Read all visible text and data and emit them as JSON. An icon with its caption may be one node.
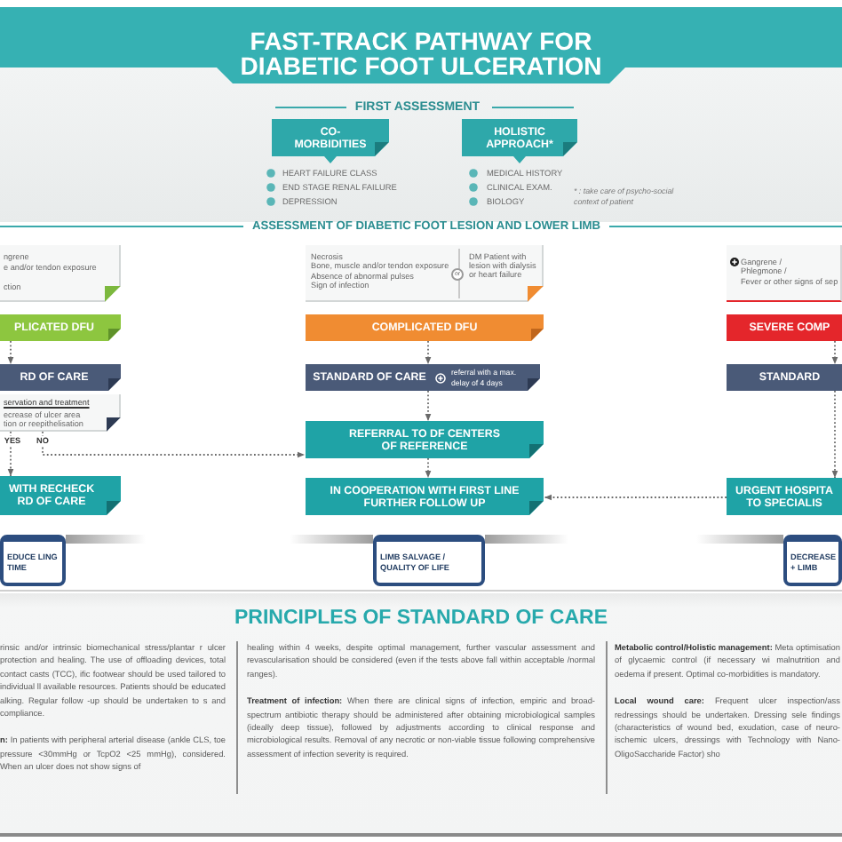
{
  "diagram": {
    "title": "FAST-TRACK PATHWAY FOR DIABETIC FOOT ULCERATION",
    "nodes": [
      {
        "text": [
          "CO-MORBIDITIES"
        ],
        "beside": [
          "HEART FAILURE CLASS",
          "END STAGE RENAL FAILURE",
          "DEPRESSION"
        ]
      },
      {
        "text": [
          "HOLISTIC APPROACH*"
        ],
        "beside": [
          "MEDICAL HISTORY",
          "CLINICAL EXAM.",
          "BIOLOGY"
        ]
      },
      {
        "text": [
          "ngrene",
          "e and/or tendon exposure",
          "ction"
        ]
      },
      {
        "text": [
          "PLICATED DFU"
        ]
      },
      {
        "text": [
          "RD OF CARE"
        ]
      },
      {
        "text": [
          "servation and treatment",
          "ecrease of ulcer area",
          "tion or reepithelisation"
        ]
      },
      {
        "text": [
          "WITH RECHECK RD OF CARE"
        ]
      },
      {
        "text": [
          "EDUCE LING TIME"
        ]
      },
      {
        "text": [
          "Necrosis",
          "Bone, muscle and/or tendon exposure",
          "Absence of abnormal pulses",
          "Sign of infection",
          "or",
          "DM Patient with lesion with dialysis or heart failure"
        ]
      },
      {
        "text": [
          "COMPLICATED DFU"
        ]
      },
      {
        "text": [
          "STANDARD OF CARE",
          "referral with a max. delay of 4 days"
        ]
      },
      {
        "text": [
          "REFERRAL TO DF CENTERS OF REFERENCE"
        ]
      },
      {
        "text": [
          "IN COOPERATION WITH FIRST LINE FURTHER FOLLOW UP"
        ]
      },
      {
        "text": [
          "LIMB SALVAGE / QUALITY OF LIFE"
        ]
      },
      {
        "text": [
          "Gangrene /",
          "Phlegmone /",
          "Fever or other signs of sep"
        ]
      },
      {
        "text": [
          "SEVERE COMP"
        ]
      },
      {
        "text": [
          "STANDARD"
        ]
      },
      {
        "text": [
          "URGENT HOSPITA TO SPECIALIS"
        ]
      },
      {
        "text": [
          "DECREASE + LIMB"
        ]
      }
    ],
    "edges": [
      {
        "from": 3,
        "to": 4,
        "arrow": "to"
      },
      {
        "from": 5,
        "to": 6,
        "arrow": "to",
        "label": "YES"
      },
      {
        "from": 5,
        "to": 11,
        "arrow": "to",
        "label": "NO"
      },
      {
        "from": 9,
        "to": 10,
        "arrow": "to"
      },
      {
        "from": 10,
        "to": 11,
        "arrow": "to"
      },
      {
        "from": 11,
        "to": 12,
        "arrow": "to"
      },
      {
        "from": 17,
        "to": 12,
        "arrow": "to"
      },
      {
        "from": 15,
        "to": 16,
        "arrow": "to"
      },
      {
        "from": 16,
        "to": 17,
        "arrow": "to"
      }
    ],
    "labels": [
      "FIRST ASSESSMENT",
      "* : take care of psycho-social context of patient",
      "ASSESSMENT OF DIABETIC FOOT LESION AND LOWER LIMB",
      "PRINCIPLES OF STANDARD OF CARE",
      "rinsic and/or intrinsic biomechanical stress/plantar r ulcer protection and healing. The use of offloading devices, total contact casts (TCC), ific footwear should be used tailored to individual ll available resources. Patients should be educated alking. Regular follow -up should be undertaken to s and compliance.",
      "**n:** In patients with peripheral arterial disease (ankle CLS, toe pressure <30mmHg or TcpO2 <25 mmHg), considered. When an ulcer does not show signs of",
      "healing within 4 weeks, despite optimal management, further vascular assessment and revascularisation should be considered (even if the tests above fall within acceptable /normal ranges).",
      "**Treatment of infection:** When there are clinical signs of infection, empiric and broad-spectrum antibiotic therapy should be administered after obtaining microbiological samples (ideally deep tissue), followed by adjustments according to clinical response and microbiological results. Removal of any necrotic or non-viable tissue following comprehensive assessment of infection severity is required.",
      "**Metabolic control/Holistic management:** Meta optimisation of glycaemic control (if necessary wi malnutrition and oedema if present. Optimal co-morbidities is mandatory.",
      "**Local wound care:** Frequent ulcer inspection/ass redressings should be undertaken. Dressing sele findings (characteristics of wound bed, exudation, case of neuro-ischemic ulcers, dressings with Technology with Nano-OligoSaccharide Factor) sho"
    ]
  }
}
